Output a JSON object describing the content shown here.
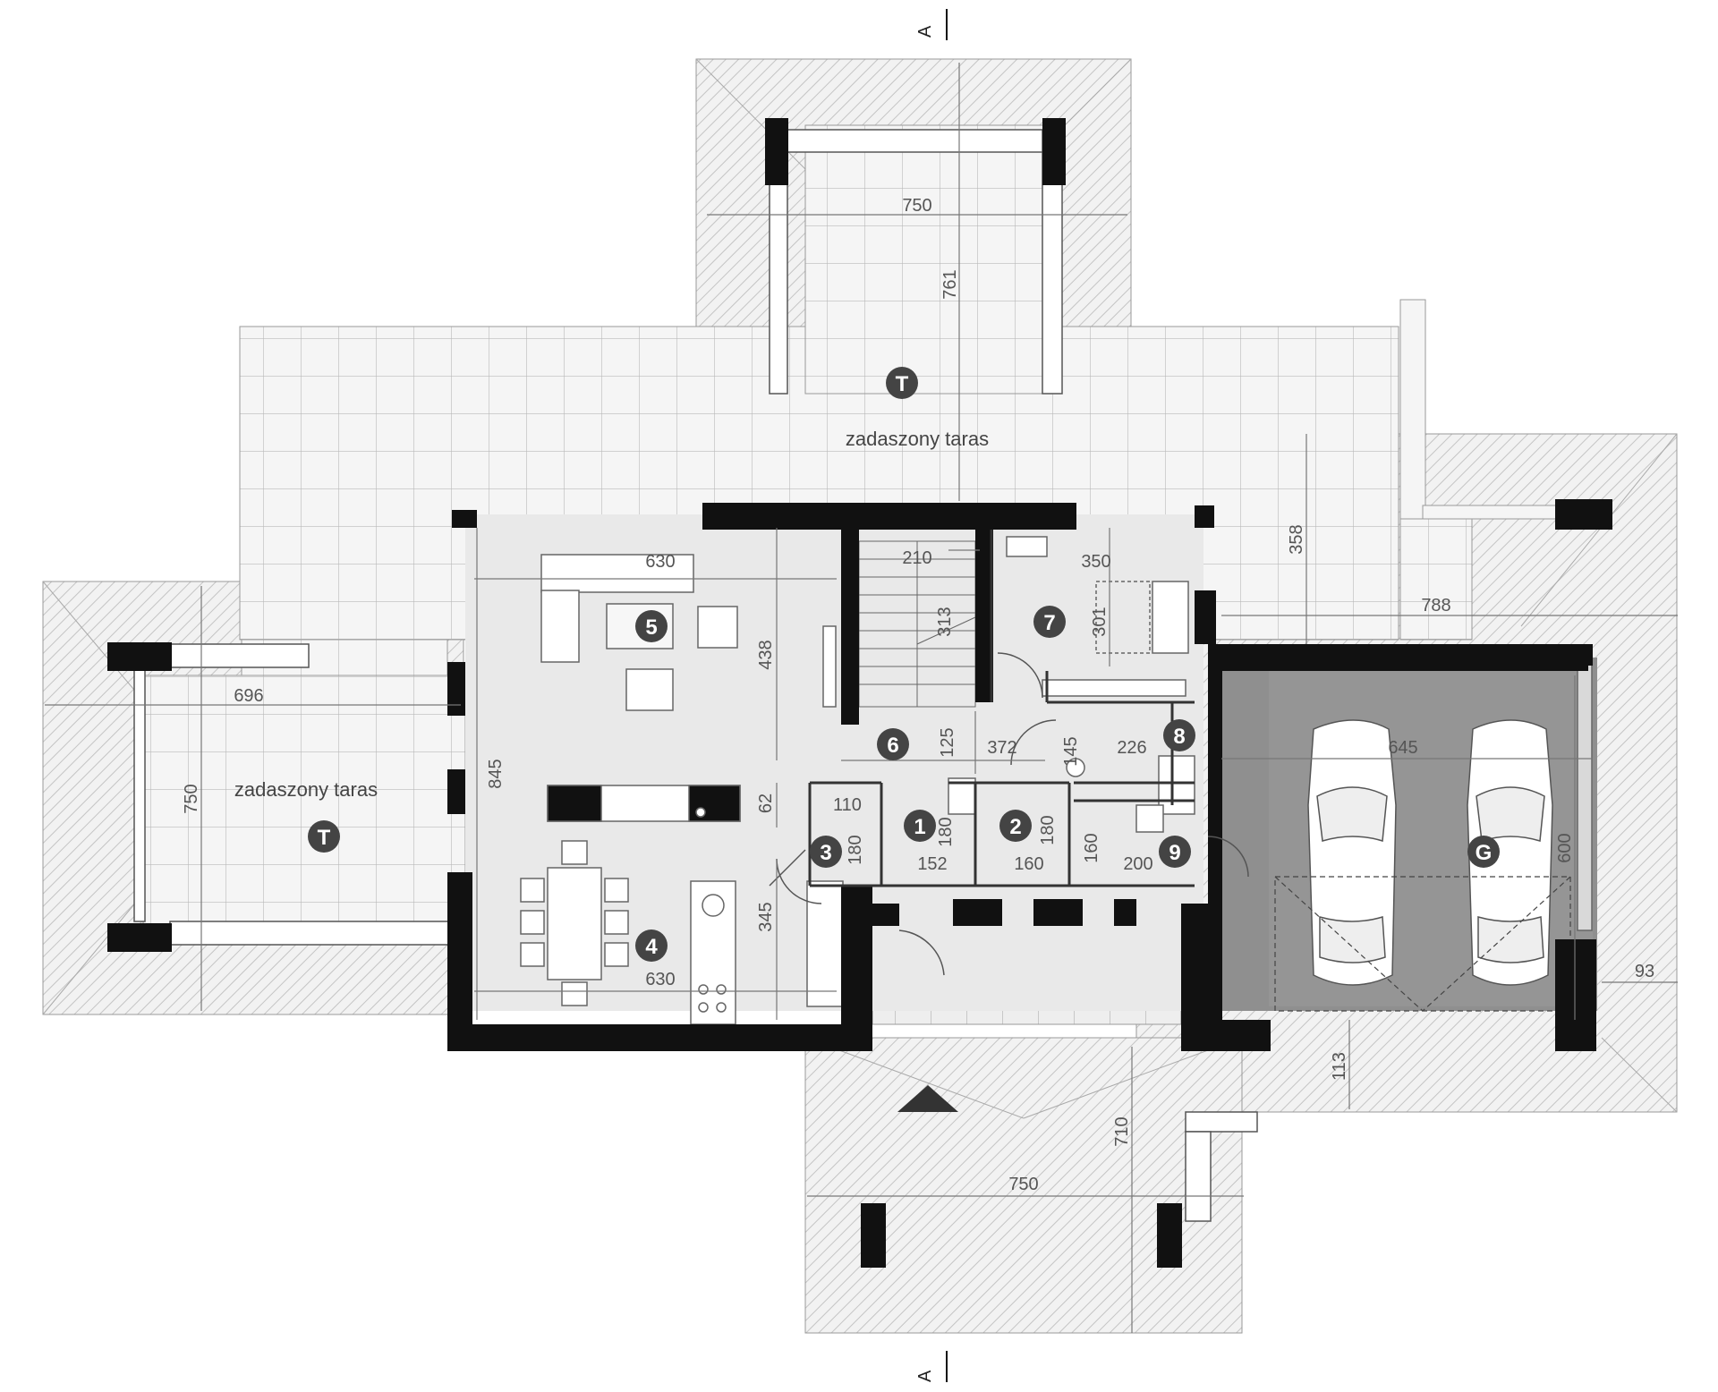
{
  "colors": {
    "wall": "#111111",
    "interior": "#e9e9e9",
    "garage": "#8f8f8f",
    "terrace_hatch": "#c8c8c8",
    "tile_grid": "#b5b5b5",
    "dimension": "#666666",
    "badge": "#444444"
  },
  "section_marker": "A",
  "terrace_labels": {
    "left": "zadaszony taras",
    "top": "zadaszony taras"
  },
  "rooms": {
    "r1": "1",
    "r2": "2",
    "r3": "3",
    "r4": "4",
    "r5": "5",
    "r6": "6",
    "r7": "7",
    "r8": "8",
    "r9": "9",
    "garage": "G",
    "terrace_top": "T",
    "terrace_left": "T"
  },
  "dimensions": {
    "top_terrace_width": "750",
    "top_terrace_depth": "761",
    "right_terrace_depth": "358",
    "right_terrace_width": "788",
    "left_terrace_width": "696",
    "left_terrace_depth": "750",
    "living_width": "630",
    "living_depth": "438",
    "house_depth": "845",
    "kitchen_gap": "62",
    "kitchen_depth": "345",
    "kitchen_width": "630",
    "stair_width": "210",
    "stair_depth": "313",
    "room7_width": "350",
    "room7_depth": "301",
    "hall_width": "372",
    "hall_depth": "125",
    "r8_a": "145",
    "r8_b": "226",
    "r3_w": "110",
    "r3_d": "180",
    "r1_d": "180",
    "r1_w": "152",
    "r2_d": "180",
    "r2_w": "160",
    "r9_d": "160",
    "r9_w": "200",
    "garage_width": "645",
    "garage_depth": "600",
    "garage_side": "93",
    "front_gap": "113",
    "front_depth": "710",
    "front_width": "750"
  }
}
